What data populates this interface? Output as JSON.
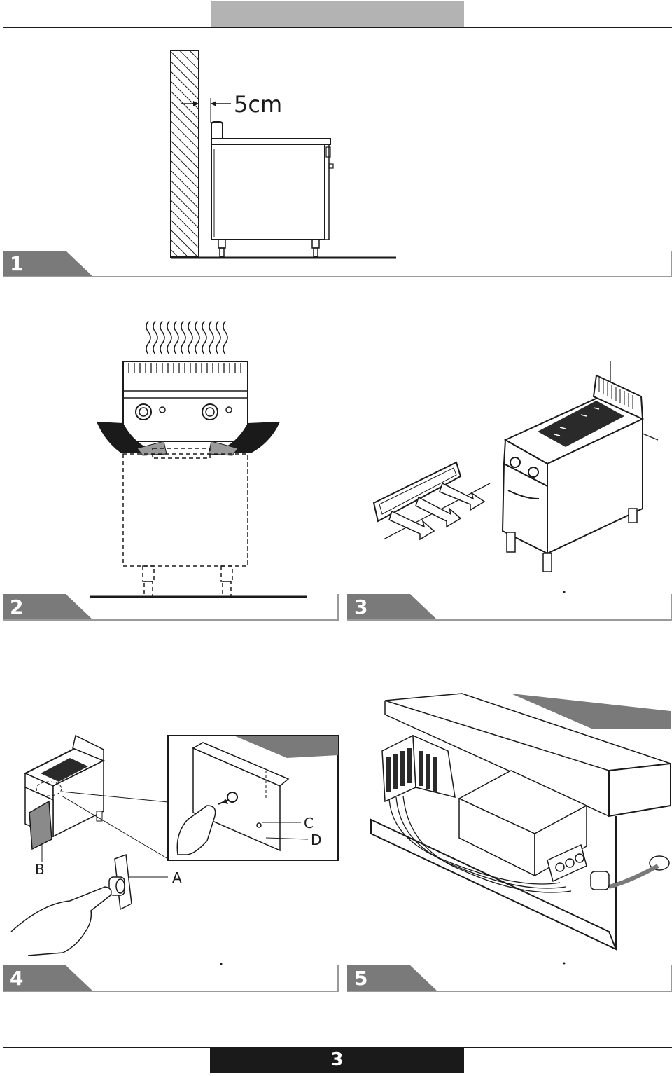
{
  "header": {
    "tab_text": ""
  },
  "page_number": "3",
  "figures": [
    {
      "id": "1",
      "label": "1",
      "dimension": "5cm"
    },
    {
      "id": "2",
      "label": "2"
    },
    {
      "id": "3",
      "label": "3"
    },
    {
      "id": "4",
      "label": "4",
      "callouts": [
        "A",
        "B",
        "C",
        "D"
      ]
    },
    {
      "id": "5",
      "label": "5"
    }
  ]
}
